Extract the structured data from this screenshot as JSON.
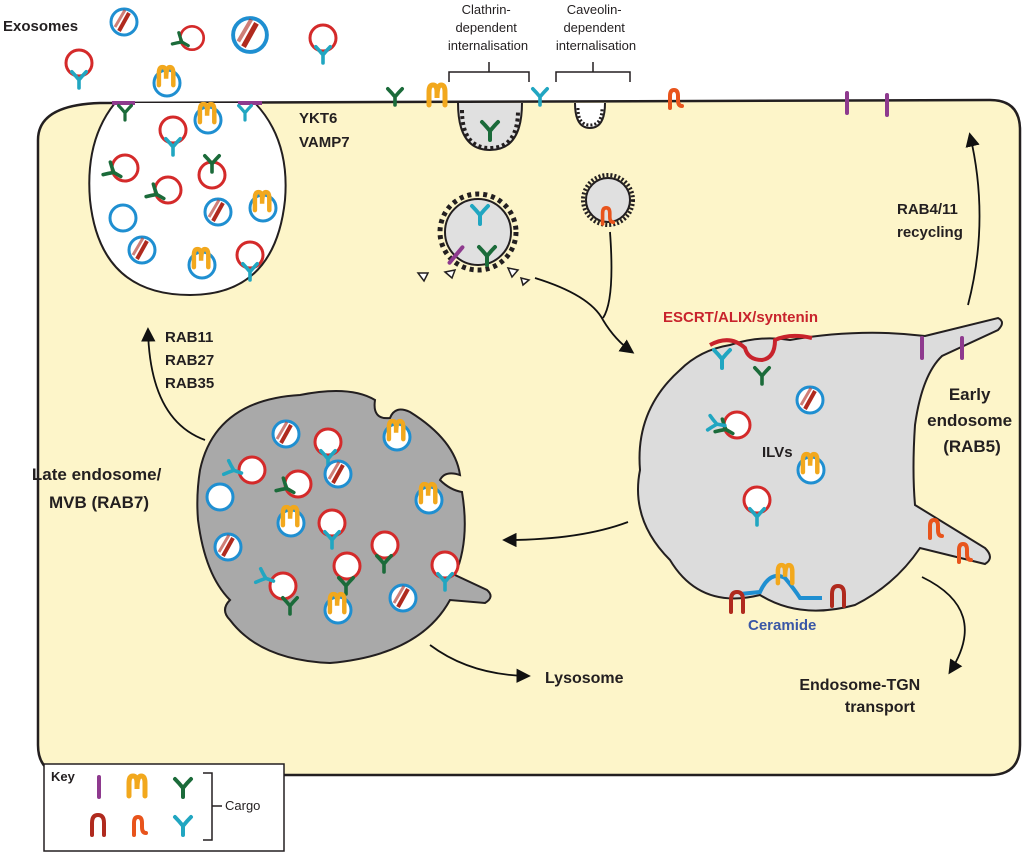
{
  "labels": {
    "exosomes": "Exosomes",
    "clathrin": [
      "Clathrin-",
      "dependent",
      "internalisation"
    ],
    "caveolin": [
      "Caveolin-",
      "dependent",
      "internalisation"
    ],
    "fusion": [
      "YKT6",
      "VAMP7"
    ],
    "recycling": [
      "RAB4/11",
      "recycling"
    ],
    "escrt": "ESCRT/ALIX/syntenin",
    "early_endosome": [
      "Early",
      "endosome",
      "(RAB5)"
    ],
    "ilvs": "ILVs",
    "late_endosome": [
      "Late endosome/",
      "MVB (RAB7)"
    ],
    "secretion": [
      "RAB11",
      "RAB27",
      "RAB35"
    ],
    "ceramide": "Ceramide",
    "lysosome": "Lysosome",
    "tgn": [
      "Endosome-TGN",
      "transport"
    ]
  },
  "key": {
    "title": "Key",
    "cargo": "Cargo",
    "items": [
      "tetraspanin-purple",
      "tetraspanin-orange-m",
      "receptor-green",
      "protein-red",
      "protein-orange",
      "receptor-cyan"
    ]
  },
  "colors": {
    "cytoplasm": "#fdf5c9",
    "endosome": "#dcdcdc",
    "mvb": "#a9a9a9",
    "ilv_red": "#d42a2a",
    "ilv_blue": "#1f8fd1",
    "escrt": "#c8232c",
    "ceramide_text": "#3a57a6",
    "purple": "#8e3a8e",
    "orange": "#f2a81d",
    "green": "#1b6b3a",
    "cyan": "#21a6c1",
    "orange_red": "#e8541c",
    "dark_red": "#b02a1e"
  }
}
